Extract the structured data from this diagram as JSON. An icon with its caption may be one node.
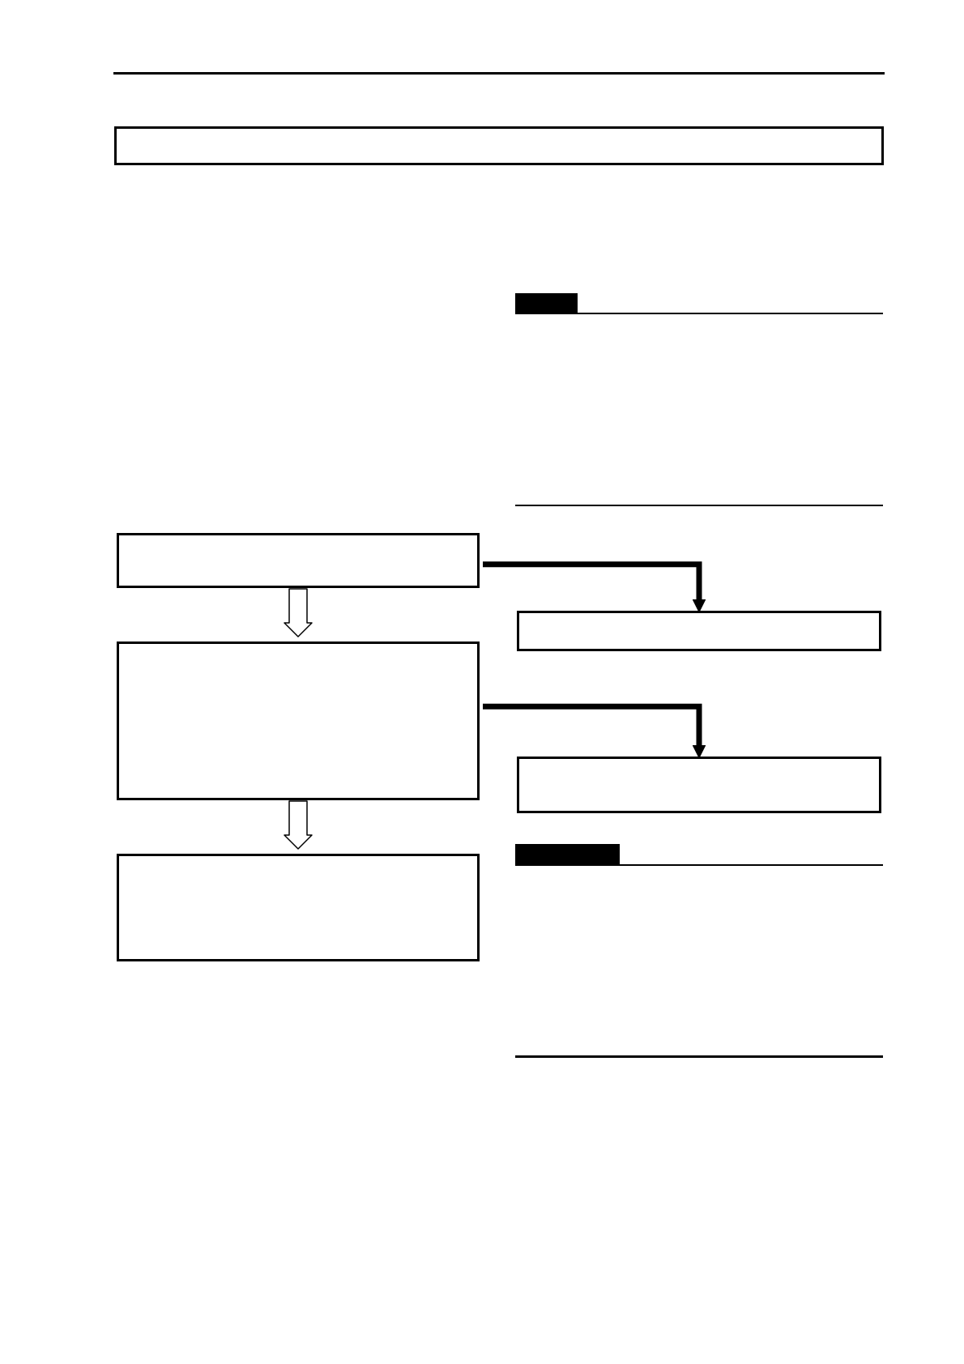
{
  "diagram": {
    "nodes": [
      {
        "text": [],
        "shape": "box"
      },
      {
        "text": [],
        "shape": "bar"
      },
      {
        "text": [],
        "shape": "box"
      },
      {
        "text": [],
        "shape": "box"
      },
      {
        "text": [],
        "shape": "box"
      },
      {
        "text": [],
        "shape": "box"
      },
      {
        "text": [],
        "shape": "bar"
      },
      {
        "text": [],
        "shape": "box"
      }
    ],
    "edges": [
      {
        "from": 2,
        "to": 4,
        "arrow": "to"
      },
      {
        "from": 4,
        "to": 7,
        "arrow": "to"
      },
      {
        "from": 2,
        "to": 3,
        "arrow": "to"
      },
      {
        "from": 4,
        "to": 5,
        "arrow": "to"
      }
    ]
  }
}
